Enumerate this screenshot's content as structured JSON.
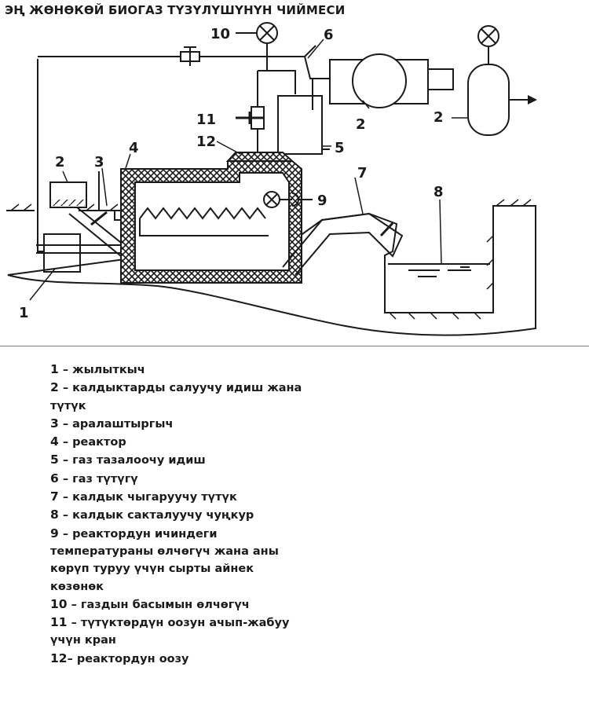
{
  "title": "ЭҢ ЖӨНӨКӨЙ БИОГАЗ ТҮЗҮЛҮШҮНҮН ЧИЙМЕСИ",
  "diagram_labels": {
    "l1": "1",
    "l2a": "2",
    "l2b": "2",
    "l2c": "2",
    "l3": "3",
    "l4": "4",
    "l5": "5",
    "l6": "6",
    "l7": "7",
    "l8": "8",
    "l9": "9",
    "l10": "10",
    "l11": "11",
    "l12": "12"
  },
  "legend": [
    {
      "num": "1",
      "text": " – жылыткыч"
    },
    {
      "num": "2",
      "text": " – калдыктарды салуучу идиш жана түтүк"
    },
    {
      "num": "3",
      "text": " – аралаштыргыч"
    },
    {
      "num": "4",
      "text": " – реактор"
    },
    {
      "num": "5",
      "text": " – газ тазалоочу идиш"
    },
    {
      "num": "6",
      "text": " – газ түтүгү"
    },
    {
      "num": "7",
      "text": " – калдык чыгаруучу түтүк"
    },
    {
      "num": "8",
      "text": " – калдык сакталуучу чуңкур"
    },
    {
      "num": "9",
      "text": " – реактордун ичиндеги температураны өлчөгүч жана аны көрүп туруу үчүн сырты айнек көзөнөк"
    },
    {
      "num": "10",
      "text": " – газдын басымын өлчөгүч"
    },
    {
      "num": "11",
      "text": " – түтүктөрдүн оозун ачып-жабуу үчүн кран"
    },
    {
      "num": "12",
      "text": "– реактордун оозу"
    }
  ]
}
